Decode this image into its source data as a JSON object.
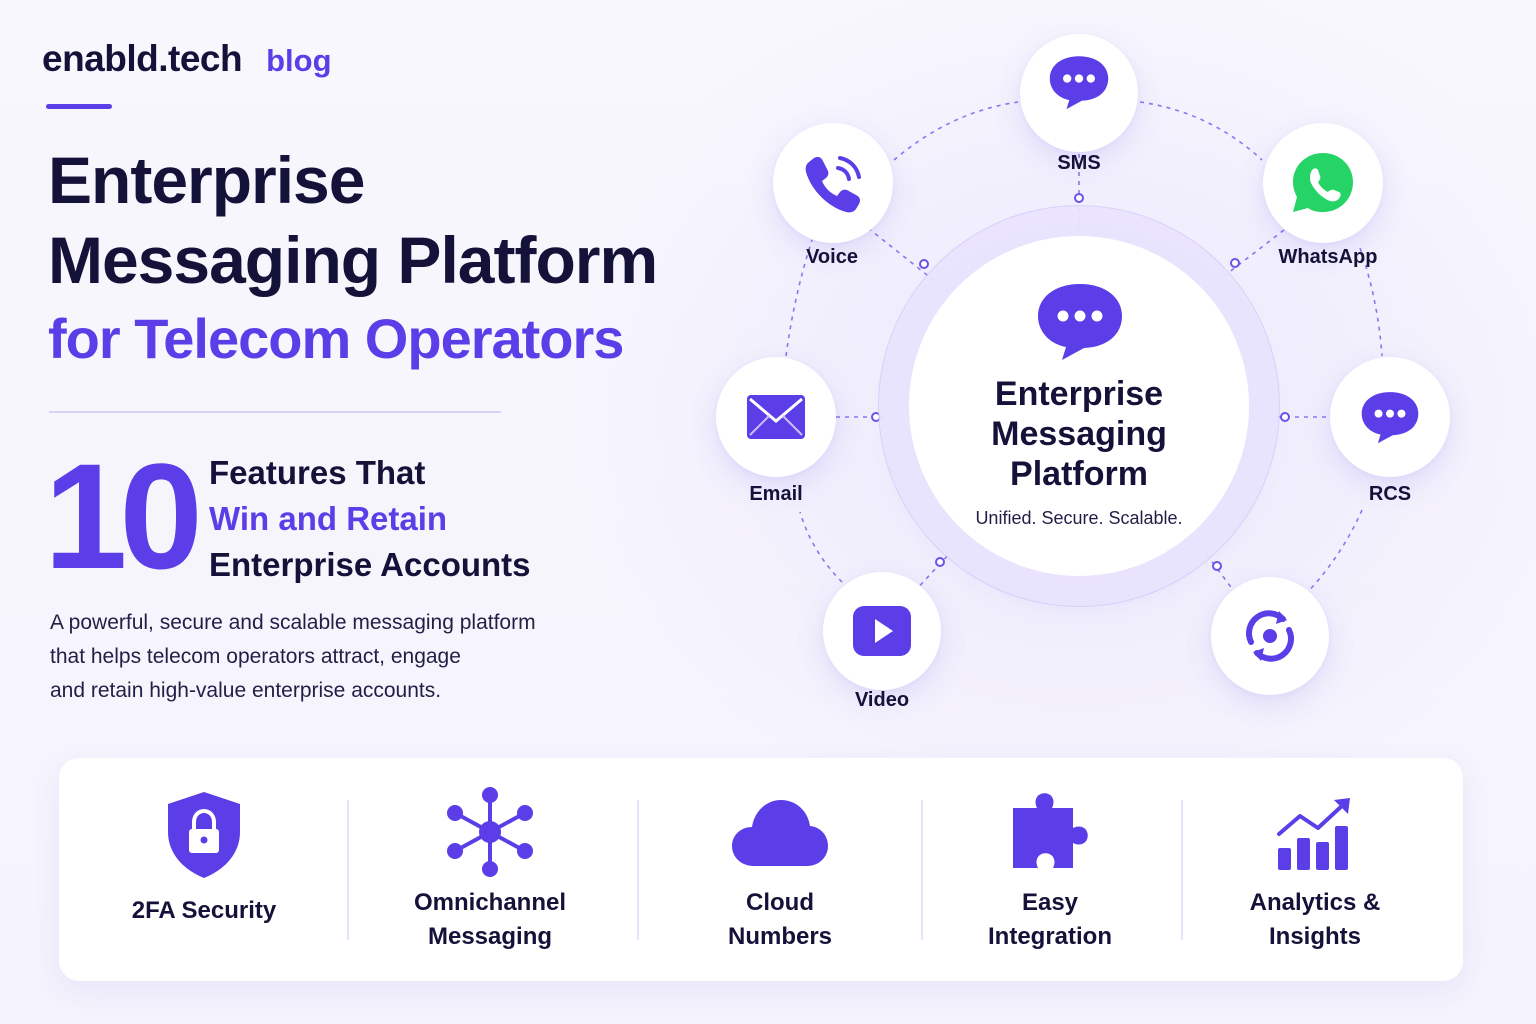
{
  "brand": {
    "name": "enabld.tech",
    "tag": "blog"
  },
  "title": {
    "line1": "Enterprise",
    "line2": "Messaging Platform",
    "line3": "for Telecom Operators"
  },
  "features_header": {
    "number": "10",
    "line1": "Features That",
    "line2": "Win and Retain",
    "line3": "Enterprise Accounts"
  },
  "description": {
    "line1": "A powerful, secure and scalable messaging platform",
    "line2": "that helps telecom operators attract, engage",
    "line3": "and retain high-value enterprise accounts."
  },
  "hub": {
    "center": {
      "title_line1": "Enterprise",
      "title_line2": "Messaging",
      "title_line3": "Platform",
      "subtitle": "Unified. Secure. Scalable.",
      "icon": "chat-bubble-icon"
    },
    "channels": [
      {
        "key": "sms",
        "label": "SMS",
        "icon": "chat-bubble-icon"
      },
      {
        "key": "whatsapp",
        "label": "WhatsApp",
        "icon": "whatsapp-icon"
      },
      {
        "key": "rcs",
        "label": "RCS",
        "icon": "chat-bubble-icon"
      },
      {
        "key": "sync",
        "label": "",
        "icon": "sync-icon"
      },
      {
        "key": "video",
        "label": "Video",
        "icon": "play-icon"
      },
      {
        "key": "email",
        "label": "Email",
        "icon": "envelope-icon"
      },
      {
        "key": "voice",
        "label": "Voice",
        "icon": "phone-icon"
      }
    ]
  },
  "feature_bar": [
    {
      "label_line1": "2FA Security",
      "label_line2": "",
      "icon": "shield-lock-icon"
    },
    {
      "label_line1": "Omnichannel",
      "label_line2": "Messaging",
      "icon": "network-hub-icon"
    },
    {
      "label_line1": "Cloud",
      "label_line2": "Numbers",
      "icon": "cloud-icon"
    },
    {
      "label_line1": "Easy",
      "label_line2": "Integration",
      "icon": "puzzle-icon"
    },
    {
      "label_line1": "Analytics &",
      "label_line2": "Insights",
      "icon": "bar-chart-trend-icon"
    }
  ],
  "colors": {
    "accent": "#5b3ee8",
    "dark": "#15123a",
    "whatsapp": "#25d366"
  }
}
